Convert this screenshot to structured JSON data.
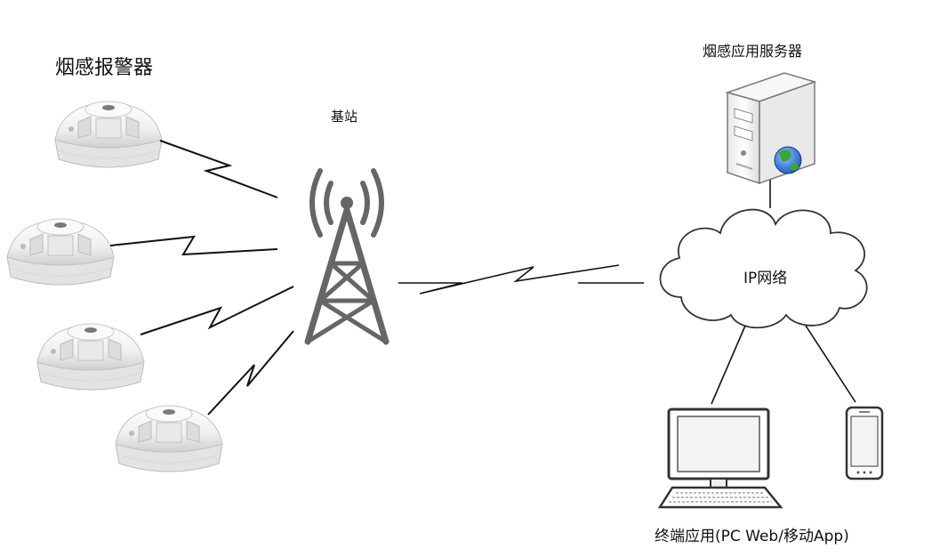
{
  "labels": {
    "detectors": "烟感报警器",
    "base_station": "基站",
    "server": "烟感应用服务器",
    "network": "IP网络",
    "terminal": "终端应用(PC Web/移动App)"
  },
  "icons": {
    "detector": "smoke-detector-icon",
    "tower": "cell-tower-icon",
    "server": "server-icon",
    "globe": "globe-icon",
    "cloud": "cloud-icon",
    "computer": "desktop-computer-icon",
    "phone": "smartphone-icon"
  },
  "colors": {
    "line": "#111111",
    "tower": "#666666",
    "detector_body": "#f1f1f1",
    "detector_shade": "#cfcfcf",
    "server_body": "#f4f4f4",
    "globe_blue": "#2f6fd6",
    "globe_green": "#3aa33a"
  }
}
